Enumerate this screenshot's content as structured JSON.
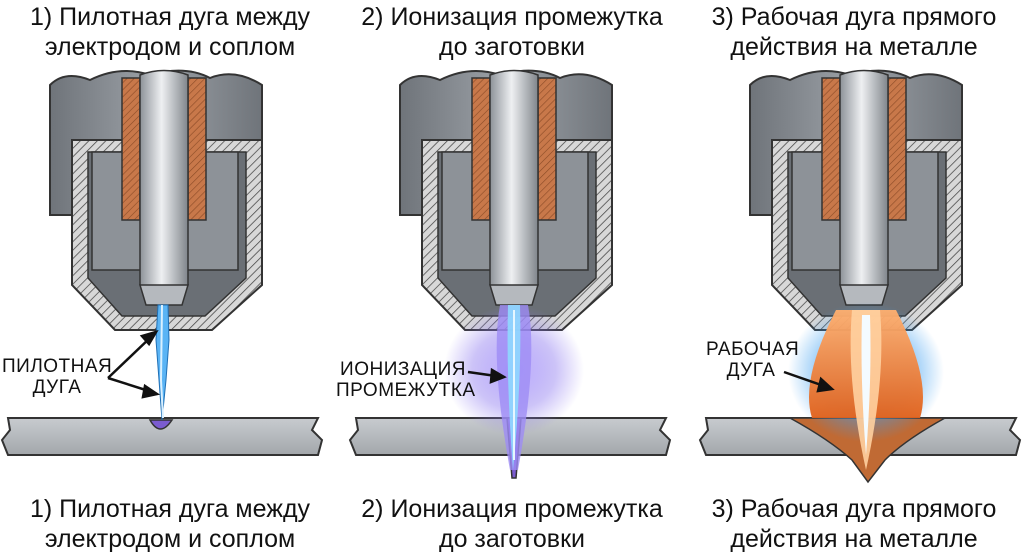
{
  "titles_top": [
    {
      "line1": "1) Пилотная дуга между",
      "line2": "электродом и соплом"
    },
    {
      "line1": "2) Ионизация промежутка",
      "line2": "до заготовки"
    },
    {
      "line1": "3) Рабочая дуга прямого",
      "line2": "действия на металле"
    }
  ],
  "titles_bottom": [
    {
      "line1": "1) Пилотная дуга между",
      "line2": "электродом и соплом"
    },
    {
      "line1": "2) Ионизация промежутка",
      "line2": "до заготовки"
    },
    {
      "line1": "3) Рабочая дуга прямого",
      "line2": "действия на металле"
    }
  ],
  "labels": {
    "pilot_arc": {
      "line1": "ПИЛОТНАЯ",
      "line2": "ДУГА"
    },
    "gap_ionization": {
      "line1": "ИОНИЗАЦИЯ",
      "line2": "ПРОМЕЖУТКА"
    },
    "working_arc": {
      "line1": "РАБОЧАЯ",
      "line2": "ДУГА"
    }
  },
  "colors": {
    "body_gray": "#8f949a",
    "body_dark": "#5f646a",
    "copper": "#c8784a",
    "electrode": "#c9ccd0",
    "workpiece": "#b6b9bd",
    "pilot_arc": "#4aa8f0",
    "ionization": "#8c6cf0",
    "working_arc": "#f07a20"
  }
}
